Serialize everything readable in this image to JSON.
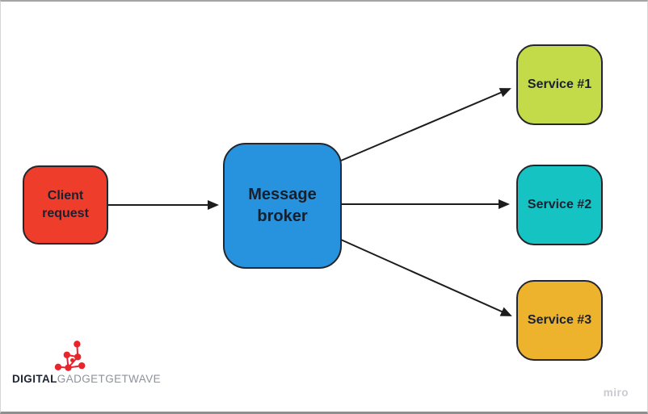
{
  "diagram": {
    "title_implied": "Message broker flow",
    "nodes": [
      {
        "id": "client",
        "label": "Client request",
        "fill": "#ee3d2b"
      },
      {
        "id": "broker",
        "label": "Message broker",
        "fill": "#2792de"
      },
      {
        "id": "service1",
        "label": "Service #1",
        "fill": "#c3db49"
      },
      {
        "id": "service2",
        "label": "Service #2",
        "fill": "#16c3c3"
      },
      {
        "id": "service3",
        "label": "Service #3",
        "fill": "#eeb32d"
      }
    ],
    "edges": [
      {
        "from": "Client request",
        "to": "Message broker"
      },
      {
        "from": "Message broker",
        "to": "Service #1"
      },
      {
        "from": "Message broker",
        "to": "Service #2"
      },
      {
        "from": "Message broker",
        "to": "Service #3"
      }
    ],
    "edge_color": "#1c1c1c"
  },
  "branding": {
    "logo_bold": "DIGITAL",
    "logo_light": "GADGETGETWAVE",
    "icon": "molecule-network-icon",
    "icon_color": "#e8242c"
  },
  "watermark": {
    "label": "miro"
  }
}
